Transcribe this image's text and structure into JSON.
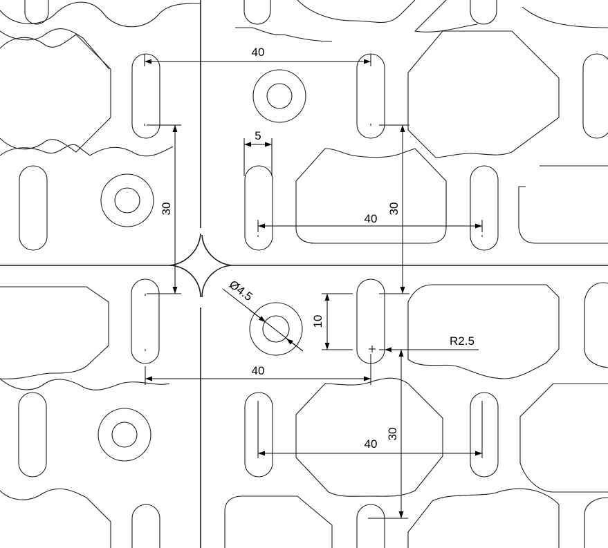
{
  "dimensions": {
    "top_h40": "40",
    "left_v30": "30",
    "width_5": "5",
    "mid_h40": "40",
    "mid_v30": "30",
    "diameter": "Ø4.5",
    "height_10": "10",
    "radius": "R2.5",
    "lower_h40": "40",
    "bottom_h40": "40",
    "bottom_v30": "30"
  }
}
